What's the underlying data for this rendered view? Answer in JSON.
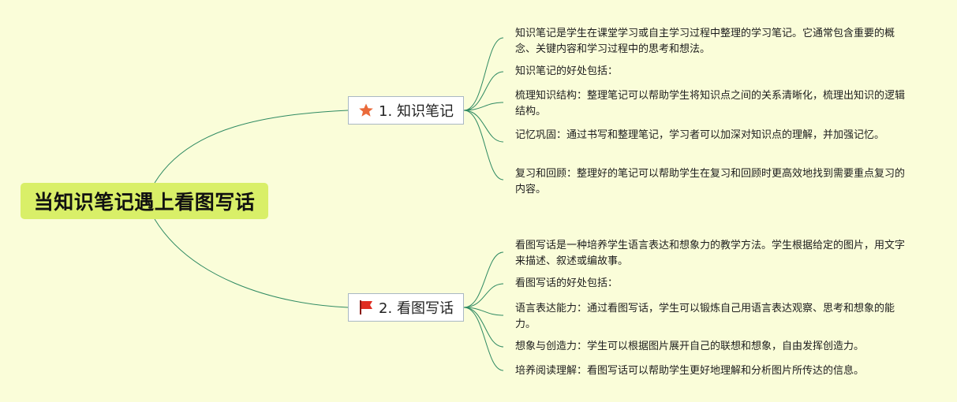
{
  "root": {
    "title": "当知识笔记遇上看图写话"
  },
  "branches": [
    {
      "label": "1. 知识笔记",
      "icon": "star-icon",
      "icon_color": "#ea6a3a",
      "notes": [
        "知识笔记是学生在课堂学习或自主学习过程中整理的学习笔记。它通常包含重要的概念、关键内容和学习过程中的思考和想法。",
        "知识笔记的好处包括：",
        "梳理知识结构：整理笔记可以帮助学生将知识点之间的关系清晰化，梳理出知识的逻辑结构。",
        "记忆巩固：通过书写和整理笔记，学习者可以加深对知识点的理解，并加强记忆。",
        "复习和回顾：整理好的笔记可以帮助学生在复习和回顾时更高效地找到需要重点复习的内容。"
      ]
    },
    {
      "label": "2. 看图写话",
      "icon": "flag-icon",
      "icon_color": "#e02d21",
      "notes": [
        "看图写话是一种培养学生语言表达和想象力的教学方法。学生根据给定的图片，用文字来描述、叙述或编故事。",
        "看图写话的好处包括：",
        "语言表达能力：通过看图写话，学生可以锻炼自己用语言表达观察、思考和想象的能力。",
        "想象与创造力：学生可以根据图片展开自己的联想和想象，自由发挥创造力。",
        "培养阅读理解：看图写话可以帮助学生更好地理解和分析图片所传达的信息。"
      ]
    }
  ],
  "colors": {
    "background": "#fafdd9",
    "root_fill": "#d9ef68",
    "connector": "#2f8a62"
  }
}
